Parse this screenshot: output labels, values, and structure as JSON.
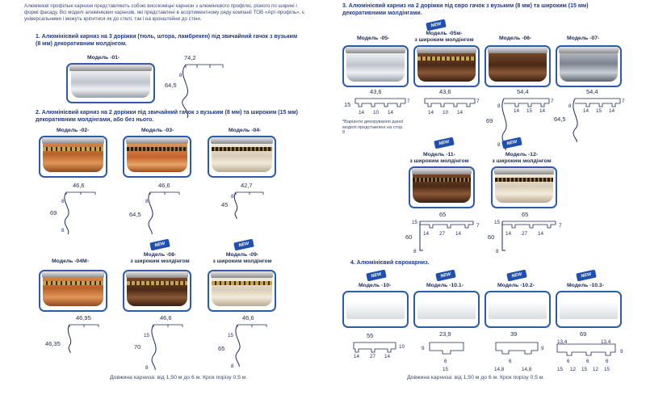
{
  "intro_text": "Алюмінієві профільні карнизи представляють собою високоміцні карнизи з алюмінієвого профілю, різного по ширині і формі фасаду. Всі моделі алюмінієвих карнизів, які представлені в асортиментному ряду компанії ТОВ «Арт-профіль», є універсальними і можуть кріпитися як до стелі, так і на кронштейни до стіни.",
  "section1_title": "1. Алюмінієвий карниз на 3 доріжки (тюль, штора, ламбрекен) під звичайний гачок з вузьким (8 мм) декоративним молдінгом.",
  "section2_title": "2. Алюмінієвий карниз на 2 доріжки під звичайний гачок з вузьким (8 мм) та широким (15 мм) декоративним молдінгами, або без нього.",
  "section3_title": "3. Алюмінієвий карниз на 2 доріжки під євро гачок з вузьким (8 мм) та широким (15 мм) декоративними молдінгами.",
  "section4_title": "4. Алюмінієвий єврокарниз.",
  "new_badge": "NEW",
  "footnote_left": "Довжина карниза: від 1,50 м до 6 м. Крок порізу 0,5 м.",
  "footnote_right": "Довжина карниза: від 1,50 м до 6 м. Крок порізу 0,5 м.",
  "variants_note": "*Варіанти декорування даної моделі представлені на стор. 8",
  "colors": {
    "frame": "#2e5aa8",
    "title": "#1e3a8a",
    "badge": "#1f4fb0"
  },
  "models": {
    "m01": {
      "label": "Модель -01-",
      "dims": {
        "w": "74,2",
        "h": "64,5",
        "s": "8"
      }
    },
    "m02": {
      "label": "Модель -02-",
      "dims": {
        "w": "46,6",
        "h": "69",
        "s1": "8",
        "s2": "8"
      }
    },
    "m03": {
      "label": "Модель -03-",
      "dims": {
        "w": "46,6",
        "h": "64,5",
        "s": "8"
      }
    },
    "m04": {
      "label": "Модель -04-",
      "dims": {
        "w": "42,7",
        "h": "45",
        "s": "8"
      }
    },
    "m04m": {
      "label": "Модель -04М-",
      "dims": {
        "w": "46,95",
        "h": "46,35"
      }
    },
    "m08": {
      "label": "Модель -08-",
      "sub": "з широким молдінгом",
      "dims": {
        "w": "46,6",
        "h": "70",
        "s1": "15",
        "s2": "8"
      }
    },
    "m09": {
      "label": "Модель -09-",
      "sub": "з широким молдінгом",
      "dims": {
        "w": "46,6",
        "h": "65",
        "s1": "15",
        "s2": "8"
      }
    },
    "m05": {
      "label": "Модель -05-",
      "dims": {
        "w": "43,6",
        "h": "15",
        "r": "7",
        "a": "14",
        "b": "10",
        "c": "14"
      }
    },
    "m05m": {
      "label": "Модель -05м-",
      "sub": "з широким молдінгом",
      "dims": {
        "w": "43,6",
        "r": "7",
        "a": "14",
        "b": "10",
        "c": "14"
      }
    },
    "m06": {
      "label": "Модель -06-",
      "dims": {
        "w": "54,4",
        "h": "69",
        "s1": "8",
        "s2": "8",
        "r": "7",
        "a": "14",
        "b": "15",
        "c": "14"
      }
    },
    "m07": {
      "label": "Модель -07-",
      "dims": {
        "w": "54,4",
        "h": "64,5",
        "s": "8",
        "r": "7",
        "a": "14",
        "b": "15",
        "c": "14"
      }
    },
    "m11": {
      "label": "Модель -11-",
      "sub": "з широким молдінгом",
      "dims": {
        "w": "65",
        "h": "60",
        "s1": "15",
        "s2": "8",
        "r": "7",
        "a": "14",
        "b": "27",
        "c": "14"
      }
    },
    "m12": {
      "label": "Модель -12-",
      "sub": "з широким молдінгом",
      "dims": {
        "w": "65",
        "h": "60",
        "s1": "15",
        "s2": "8",
        "r": "7",
        "a": "14",
        "b": "27",
        "c": "14"
      }
    },
    "m10": {
      "label": "Модель -10-",
      "dims": {
        "w": "55",
        "h": "10",
        "a": "14",
        "b": "27",
        "c": "14"
      }
    },
    "m101": {
      "label": "Модель -10.1-",
      "dims": {
        "w": "23,9",
        "h": "9",
        "a": "6",
        "b": "15"
      }
    },
    "m102": {
      "label": "Модель -10.2-",
      "dims": {
        "w": "39",
        "h": "9",
        "a": "6",
        "b": "14,8",
        "c": "14,8"
      }
    },
    "m103": {
      "label": "Модель -10.3-",
      "dims": {
        "w": "69",
        "h": "9",
        "a": "13,4",
        "b": "13,4",
        "c": "6",
        "d": "6",
        "e": "6",
        "f": "15",
        "g": "12",
        "i": "15",
        "j": "12",
        "k": "15"
      }
    }
  }
}
